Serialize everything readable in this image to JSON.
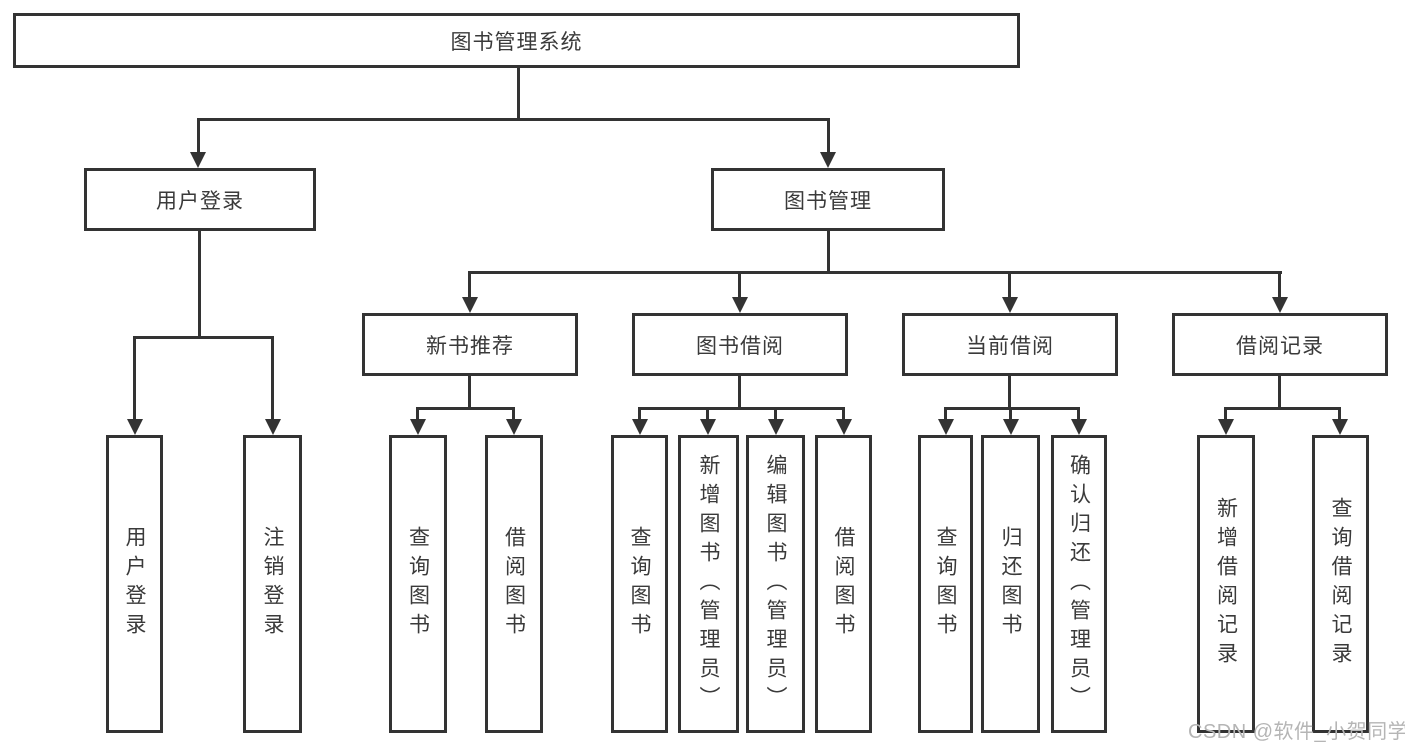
{
  "diagram_title": "图书管理系统",
  "tree": {
    "root": {
      "label": "图书管理系统"
    },
    "branches": [
      {
        "label": "用户登录",
        "children": [
          {
            "label": "用户登录"
          },
          {
            "label": "注销登录"
          }
        ]
      },
      {
        "label": "图书管理",
        "children": [
          {
            "label": "新书推荐",
            "children": [
              {
                "label": "查询图书"
              },
              {
                "label": "借阅图书"
              }
            ]
          },
          {
            "label": "图书借阅",
            "children": [
              {
                "label": "查询图书"
              },
              {
                "label": "新增图书（管理员）"
              },
              {
                "label": "编辑图书（管理员）"
              },
              {
                "label": "借阅图书"
              }
            ]
          },
          {
            "label": "当前借阅",
            "children": [
              {
                "label": "查询图书"
              },
              {
                "label": "归还图书"
              },
              {
                "label": "确认归还（管理员）"
              }
            ]
          },
          {
            "label": "借阅记录",
            "children": [
              {
                "label": "新增借阅记录"
              },
              {
                "label": "查询借阅记录"
              }
            ]
          }
        ]
      }
    ]
  },
  "watermark": "CSDN @软件_小贺同学",
  "colors": {
    "line": "#333333",
    "text": "#3a3a3a",
    "background": "#ffffff",
    "watermark": "#b5b5b5"
  }
}
